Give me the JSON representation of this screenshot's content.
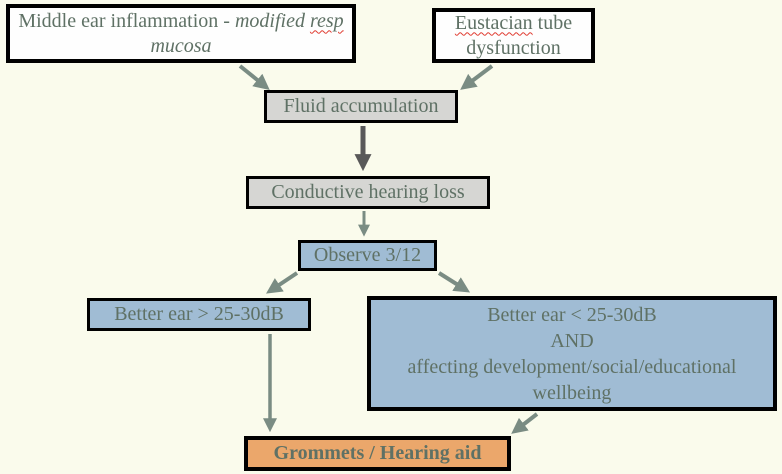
{
  "colors": {
    "background": "#fafbec",
    "box_white": "#fefefe",
    "box_gray": "#d6d6d3",
    "box_blue": "#a0bcd4",
    "box_orange": "#eba76b",
    "border": "#000000",
    "text": "#5f7165",
    "arrow": "#7a8c83",
    "arrow_dark": "#595959",
    "spellcheck": "#e03c31"
  },
  "nodes": {
    "middle_ear": {
      "plain": "Middle ear inflammation - ",
      "italic_lead": "modified ",
      "misspelled": "resp",
      "italic_tail": " mucosa"
    },
    "eustacian": {
      "misspelled": "Eustacian",
      "rest": " tube dysfunction"
    },
    "fluid": {
      "label": "Fluid accumulation"
    },
    "conductive": {
      "label": "Conductive hearing loss"
    },
    "observe": {
      "label": "Observe 3/12"
    },
    "better_mild": {
      "label": "Better ear > 25-30dB"
    },
    "better_severe": {
      "lines": [
        "Better ear < 25-30dB",
        "AND",
        "affecting development/social/educational",
        "wellbeing"
      ]
    },
    "treatment": {
      "label": "Grommets / Hearing aid"
    }
  }
}
